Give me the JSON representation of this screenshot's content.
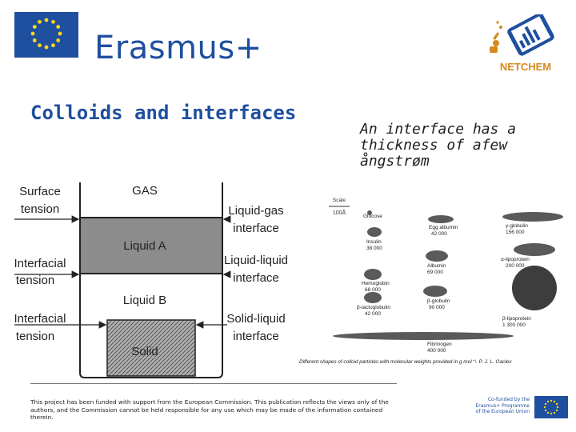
{
  "brand": {
    "program": "Erasmus+",
    "partner_logo_text": "NETCHEM",
    "cofund_text": [
      "Co-funded by the",
      "Erasmus+ Programme",
      "of the European Union"
    ]
  },
  "slide": {
    "title": "Colloids and interfaces",
    "subtitle": "An interface has a thickness of afew ångstrøm"
  },
  "diagram": {
    "top_label": "GAS",
    "phases": {
      "liquid_a": "Liquid A",
      "liquid_b": "Liquid B",
      "solid": "Solid"
    },
    "left_labels": [
      [
        "Surface",
        "tension"
      ],
      [
        "Interfacial",
        "tension"
      ],
      [
        "Interfacial",
        "tension"
      ]
    ],
    "right_labels": [
      [
        "Liquid-gas",
        "interface"
      ],
      [
        "Liquid-liquid",
        "interface"
      ],
      [
        "Solid-liquid",
        "interface"
      ]
    ]
  },
  "particles": {
    "scale_label": "Scale",
    "scale_value": "100Å",
    "caption": "Different shapes of colloid particles with molecular weights provided in g mol⁻¹. P. J. L. Oaclev",
    "items": [
      {
        "name": "Glucose"
      },
      {
        "name": "Insulin",
        "mw": "38 000"
      },
      {
        "name": "Egg albumin",
        "mw": "42 000"
      },
      {
        "name": "γ-globulin",
        "mw": "156 000"
      },
      {
        "name": "α-lipoprotein",
        "mw": "200 000"
      },
      {
        "name": "Albumin",
        "mw": "69 000"
      },
      {
        "name": "Hemoglobin",
        "mw": "68 000"
      },
      {
        "name": "β-lactoglobulin",
        "mw": "42 000"
      },
      {
        "name": "β-globulin",
        "mw": "90 000"
      },
      {
        "name": "β-lipoprotein",
        "mw": "1 300 000"
      },
      {
        "name": "Fibrinogen",
        "mw": "400 000"
      }
    ]
  },
  "footer": {
    "disclaimer": "This project has been funded with support from the European Commission. This publication reflects the views only of the authors, and the Commission cannot be held responsible for any use which may be made of the information contained therein."
  },
  "colors": {
    "brand_blue": "#1f4f9f",
    "netchem_orange": "#d68a1c",
    "phase_gray": "#8c8c8c"
  }
}
